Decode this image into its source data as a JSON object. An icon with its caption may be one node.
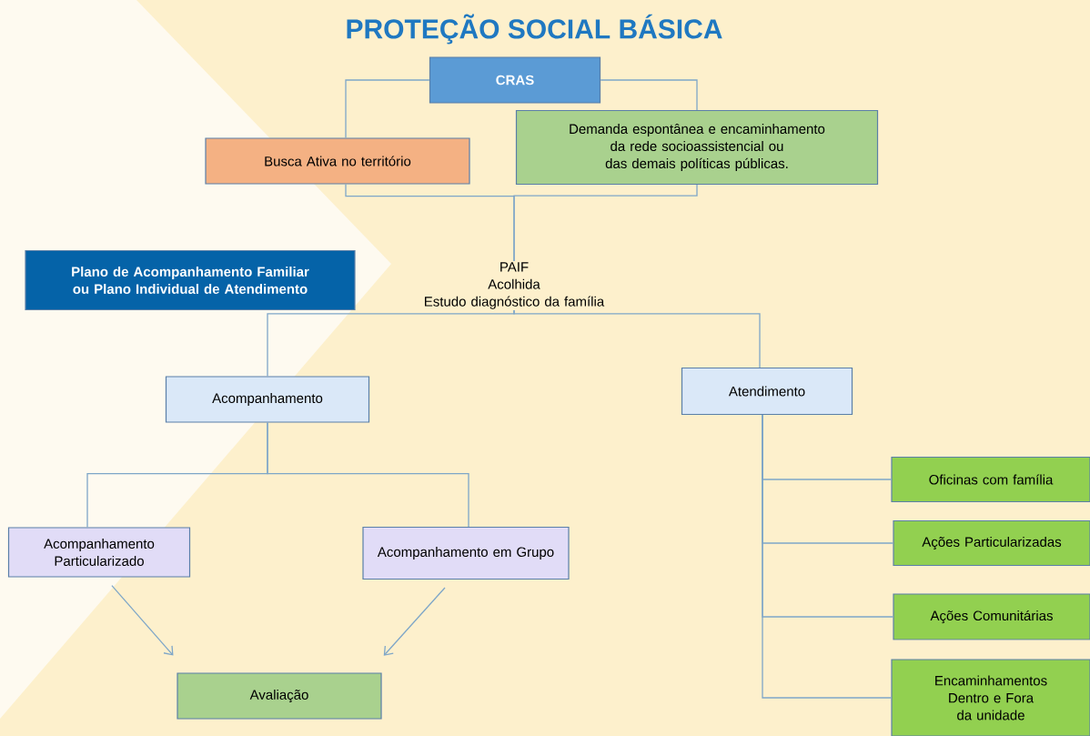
{
  "diagram": {
    "title": "PROTEÇÃO SOCIAL BÁSICA",
    "nodes": [
      {
        "text": [
          "CRAS"
        ]
      },
      {
        "text": [
          "Busca Ativa no território"
        ]
      },
      {
        "text": [
          "Demanda espontânea e encaminhamento da rede socioassistencial ou das demais políticas públicas."
        ]
      },
      {
        "text": [
          "PAIF",
          "Acolhida",
          "Estudo diagnóstico da família"
        ]
      },
      {
        "text": [
          "Plano de Acompanhamento Familiar ou Plano Individual de Atendimento"
        ]
      },
      {
        "text": [
          "Acompanhamento"
        ]
      },
      {
        "text": [
          "Atendimento"
        ]
      },
      {
        "text": [
          "Acompanhamento Particularizado"
        ]
      },
      {
        "text": [
          "Acompanhamento em Grupo"
        ]
      },
      {
        "text": [
          "Avaliação"
        ]
      },
      {
        "text": [
          "Oficinas com família"
        ]
      },
      {
        "text": [
          "Ações Particularizadas"
        ]
      },
      {
        "text": [
          "Ações Comunitárias"
        ]
      },
      {
        "text": [
          "Encaminhamentos Dentro e Fora da unidade"
        ]
      }
    ],
    "edges": [
      {
        "from": 0,
        "to": 1,
        "arrow": "none"
      },
      {
        "from": 0,
        "to": 2,
        "arrow": "none"
      },
      {
        "from": 1,
        "to": 3,
        "arrow": "none"
      },
      {
        "from": 2,
        "to": 3,
        "arrow": "none"
      },
      {
        "from": 3,
        "to": 5,
        "arrow": "none"
      },
      {
        "from": 3,
        "to": 6,
        "arrow": "none"
      },
      {
        "from": 5,
        "to": 7,
        "arrow": "none"
      },
      {
        "from": 5,
        "to": 8,
        "arrow": "none"
      },
      {
        "from": 7,
        "to": 9,
        "arrow": "to"
      },
      {
        "from": 8,
        "to": 9,
        "arrow": "to"
      },
      {
        "from": 6,
        "to": 10,
        "arrow": "none"
      },
      {
        "from": 6,
        "to": 11,
        "arrow": "none"
      },
      {
        "from": 6,
        "to": 12,
        "arrow": "none"
      },
      {
        "from": 6,
        "to": 13,
        "arrow": "none"
      }
    ]
  }
}
